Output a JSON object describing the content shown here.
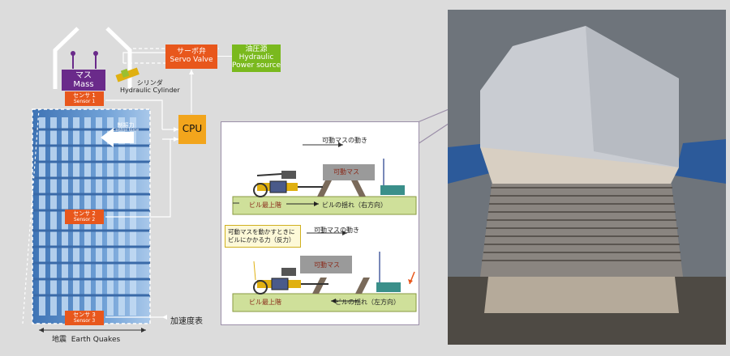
{
  "building": {
    "mass": {
      "jp": "マス",
      "en": "Mass"
    },
    "sensor1": {
      "jp": "センサ 1",
      "en": "Sensor 1"
    },
    "sensor2": {
      "jp": "センサ 2",
      "en": "Sensor 2"
    },
    "sensor3": {
      "jp": "センサ 3",
      "en": "Sensor 3"
    },
    "control_force": {
      "jp": "制振力",
      "en": "Control force"
    },
    "earthquakes": {
      "jp": "地震",
      "en": "Earth Quakes"
    }
  },
  "cylinder": {
    "jp": "シリンダ",
    "en": "Hydraulic Cylinder"
  },
  "servo_valve": {
    "jp": "サーボ弁",
    "en": "Servo Valve"
  },
  "hydraulic": {
    "jp": "油圧源",
    "en": "Hydraulic",
    "en2": "Power source"
  },
  "cpu": "CPU",
  "accelerometer": "加速度表",
  "inset": {
    "top_motion": "可動マスの動き",
    "top_mass": "可動マス",
    "top_floor": "ビル最上階",
    "top_sway": "ビルの揺れ（右方向）",
    "note": "可動マスを動かすときにビルにかかる力（反力）",
    "bottom_motion": "可動マスの動き",
    "bottom_mass": "可動マス",
    "bottom_floor": "ビル最上階",
    "bottom_sway": "ビルの揺れ（左方向）"
  },
  "colors": {
    "orange": "#e8571c",
    "green": "#7ab91e",
    "cpu": "#f2a51c",
    "mass": "#6a2a8a",
    "building": "#5b8fc9"
  }
}
